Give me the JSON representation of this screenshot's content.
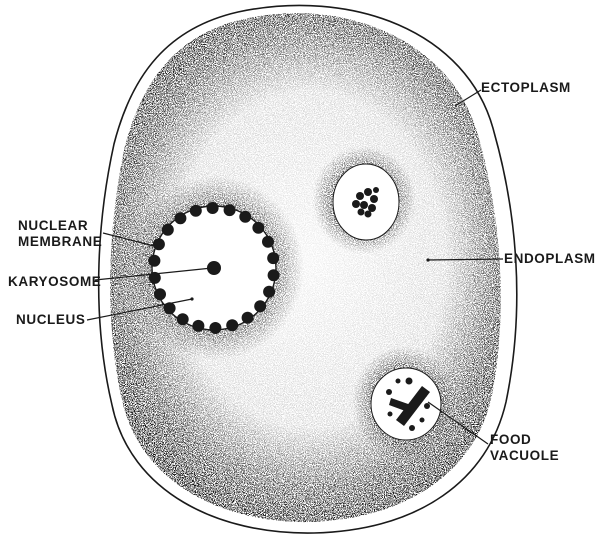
{
  "labels": {
    "ectoplasm": "ECTOPLASM",
    "nuclear_membrane": [
      "NUCLEAR",
      "MEMBRANE"
    ],
    "karyosome": "KARYOSOME",
    "nucleus": "NUCLEUS",
    "endoplasm": "ENDOPLASM",
    "food_vacuole": [
      "FOOD",
      "VACUOLE"
    ]
  }
}
